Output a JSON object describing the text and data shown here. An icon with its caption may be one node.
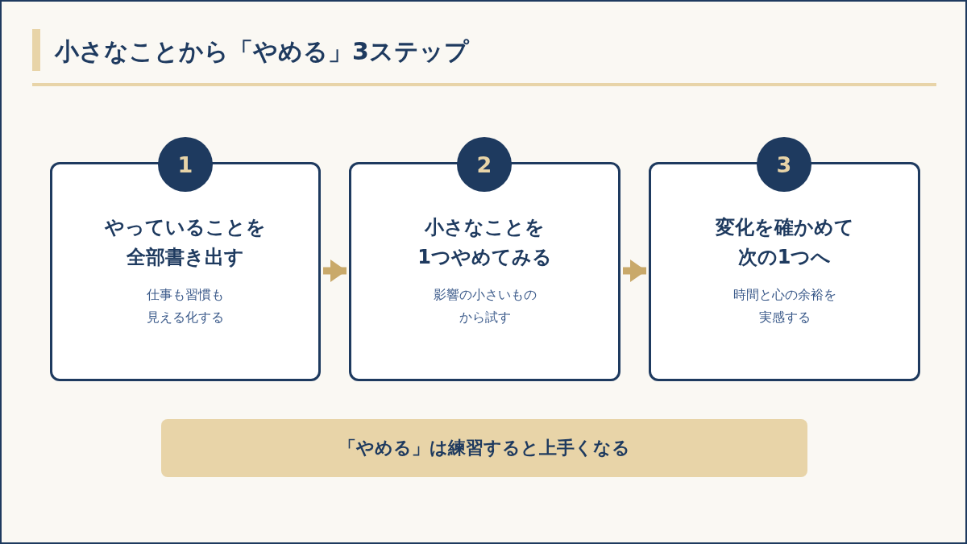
{
  "diagram": {
    "title": "小さなことから「やめる」3ステップ",
    "nodes": [
      {
        "text": [
          "やっていることを全部書き出す",
          "仕事も習慣も見える化する"
        ]
      },
      {
        "text": [
          "1"
        ]
      },
      {
        "text": [
          "小さなことを1つやめてみる",
          "影響の小さいものから試す"
        ]
      },
      {
        "text": [
          "2"
        ]
      },
      {
        "text": [
          "変化を確かめて次の1つへ",
          "時間と心の余裕を実感する"
        ]
      },
      {
        "text": [
          "3"
        ]
      },
      {
        "text": [
          "「やめる」は練習すると上手くなる"
        ]
      }
    ],
    "edges": [
      {
        "from": 0,
        "to": 2,
        "arrow": "to"
      },
      {
        "from": 2,
        "to": 4,
        "arrow": "to"
      }
    ]
  }
}
